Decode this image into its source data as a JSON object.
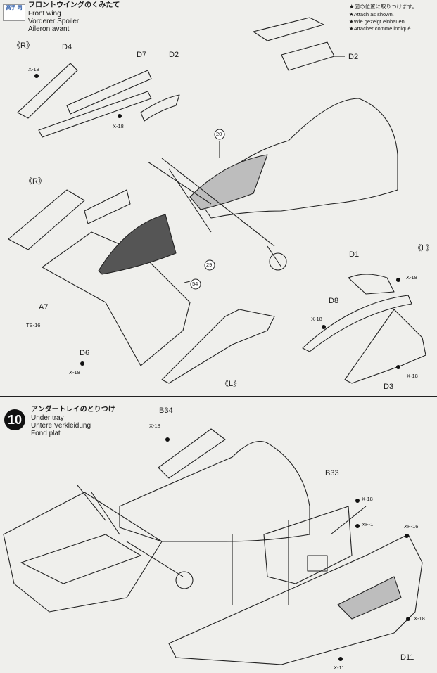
{
  "step9": {
    "title_jp": "フロントウイングのくみたて",
    "title_en": "Front wing",
    "title_de": "Vorderer Spoiler",
    "title_fr": "Aileron avant",
    "note_jp": "★図の位置に取りつけます。",
    "note_en": "★Attach as shown.",
    "note_de": "★Wie gezeigt einbauen.",
    "note_fr": "★Attacher comme indiqué.",
    "labels": {
      "r_top": "《R》",
      "d4": "D4",
      "d7": "D7",
      "d2_left": "D2",
      "d2_right": "D2",
      "x18_a": "X-18",
      "x18_b": "X-18",
      "num20": "20",
      "r_mid": "《R》",
      "num29": "29",
      "num54": "54",
      "a7": "A7",
      "ts16": "TS-16",
      "d6": "D6",
      "x18_c": "X-18",
      "l_bottom": "《L》",
      "d1": "D1",
      "l_right": "《L》",
      "x18_d": "X-18",
      "d8": "D8",
      "x18_e": "X-18",
      "d3": "D3",
      "x18_f": "X-18"
    }
  },
  "step10": {
    "number": "10",
    "title_jp": "アンダートレイのとりつけ",
    "title_en": "Under tray",
    "title_de": "Untere Verkleidung",
    "title_fr": "Fond plat",
    "labels": {
      "b34": "B34",
      "x18_a": "X-18",
      "b33": "B33",
      "x18_b": "X-18",
      "xf1": "XF-1",
      "xf16": "XF-16",
      "x18_c": "X-18",
      "d11": "D11",
      "x11": "X-11"
    }
  },
  "logo_text": "高手 网"
}
